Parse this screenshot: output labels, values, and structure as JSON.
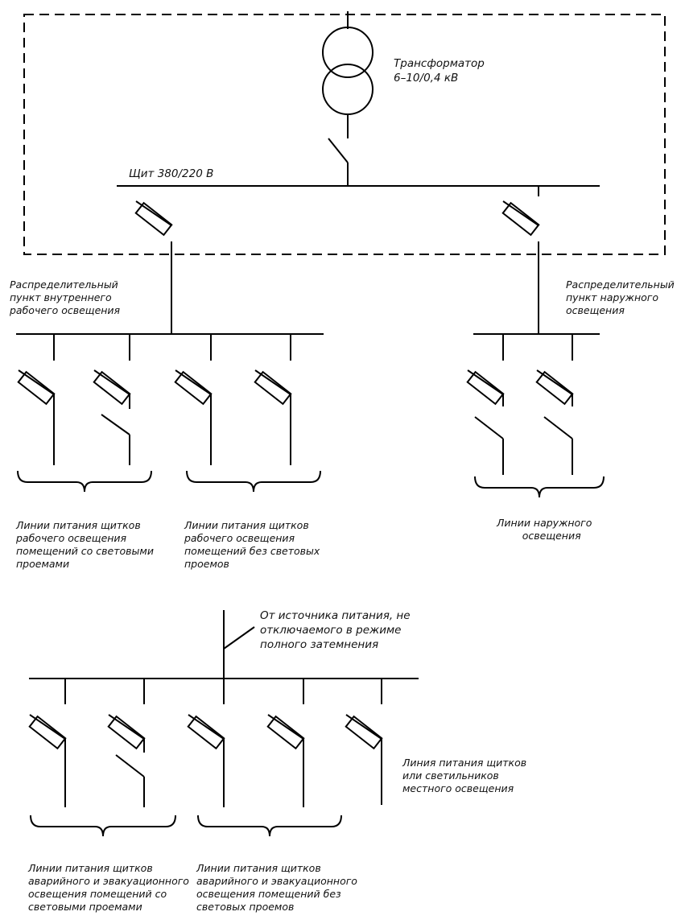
{
  "transformer": {
    "label_line1": "Трансформатор",
    "label_line2": "6–10/0,4 кВ"
  },
  "main_panel": {
    "label": "Щит 380/220 В"
  },
  "indoor_point": {
    "line1": "Распределительный",
    "line2": "пункт внутреннего",
    "line3": "рабочего освещения"
  },
  "outdoor_point": {
    "line1": "Распределительный",
    "line2": "пункт наружного",
    "line3": "освещения"
  },
  "groups": {
    "with_openings": {
      "line1": "Линии питания щитков",
      "line2": "рабочего освещения",
      "line3": "помещений со световыми",
      "line4": "проемами"
    },
    "without_openings": {
      "line1": "Линии питания щитков",
      "line2": "рабочего освещения",
      "line3": "помещений без световых",
      "line4": "проемов"
    },
    "outdoor_lines": {
      "line1": "Линии наружного",
      "line2": "освещения"
    }
  },
  "emergency_source": {
    "line1": "От источника питания, не",
    "line2": "отключаемого в режиме",
    "line3": "полного затемнения"
  },
  "emergency_groups": {
    "with_openings": {
      "line1": "Линии питания щитков",
      "line2": "аварийного и эвакуационного",
      "line3": "освещения помещений со",
      "line4": "световыми проемами"
    },
    "without_openings": {
      "line1": "Линии питания щитков",
      "line2": "аварийного и эвакуационного",
      "line3": "освещения помещений без",
      "line4": "световых проемов"
    },
    "local": {
      "line1": "Линия питания щитков",
      "line2": "или светильников",
      "line3": "местного освещения"
    }
  }
}
